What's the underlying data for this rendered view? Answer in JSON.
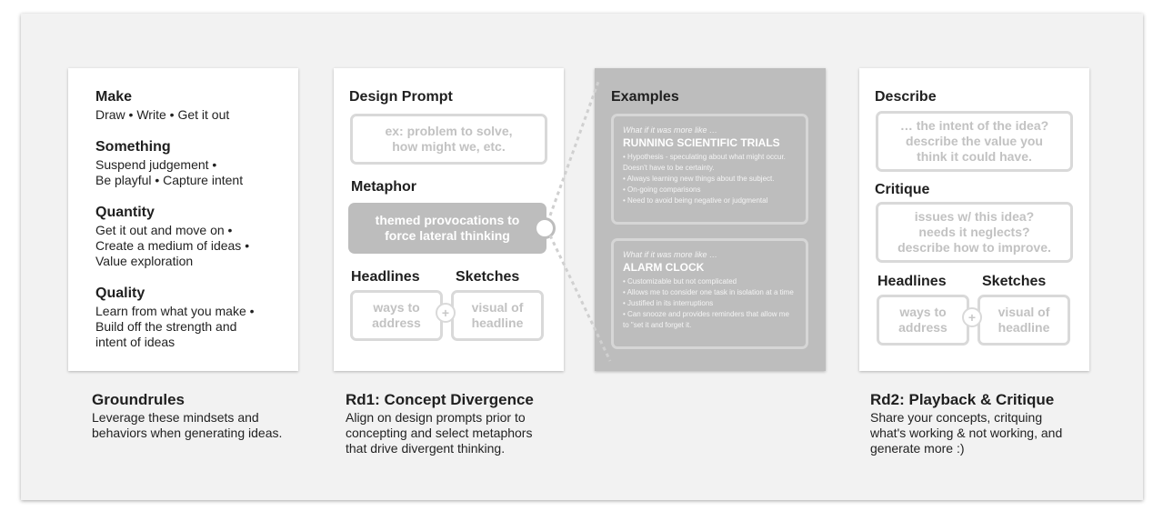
{
  "groundrules": {
    "items": [
      {
        "heading": "Make",
        "text": "Draw • Write • Get it out"
      },
      {
        "heading": "Something",
        "text": "Suspend judgement •\nBe playful • Capture intent"
      },
      {
        "heading": "Quantity",
        "text": "Get it out and move on •\nCreate a medium of ideas •\nValue exploration"
      },
      {
        "heading": "Quality",
        "text": "Learn from what you make •\nBuild off the strength and\nintent of ideas"
      }
    ],
    "caption_title": "Groundrules",
    "caption_text": "Leverage these mindsets and\nbehaviors when generating ideas."
  },
  "rd1": {
    "design_prompt_label": "Design Prompt",
    "design_prompt_text": "ex: problem to solve,\nhow might we, etc.",
    "metaphor_label": "Metaphor",
    "metaphor_text": "themed provocations to\nforce lateral thinking",
    "headlines_label": "Headlines",
    "sketches_label": "Sketches",
    "headlines_text": "ways to\naddress",
    "plus": "+",
    "sketches_text": "visual of\nheadline",
    "caption_title": "Rd1: Concept Divergence",
    "caption_text": "Align on design prompts prior to\nconcepting and select metaphors\nthat drive divergent thinking."
  },
  "examples": {
    "label": "Examples",
    "items": [
      {
        "sub": "What if it was more like …",
        "title": "RUNNING SCIENTIFIC TRIALS",
        "bullets": [
          "• Hypothesis - speculating about what might occur. Doesn't have to be certainty.",
          "• Always learning new things about the subject.",
          "• On-going comparisons",
          "• Need to avoid being negative or judgmental"
        ]
      },
      {
        "sub": "What if it was more like …",
        "title": "ALARM CLOCK",
        "bullets": [
          "• Customizable but not complicated",
          "• Allows me to consider one task in isolation at a time",
          "• Justified in its interruptions",
          "•  Can snooze and provides reminders that allow me to \"set it and forget it."
        ]
      }
    ]
  },
  "rd2": {
    "describe_label": "Describe",
    "describe_text": "… the intent of the idea?\ndescribe the value you\nthink it could have.",
    "critique_label": "Critique",
    "critique_text": "issues w/ this idea?\nneeds it neglects?\ndescribe how to improve.",
    "headlines_label": "Headlines",
    "sketches_label": "Sketches",
    "headlines_text": "ways to\naddress",
    "plus": "+",
    "sketches_text": "visual of\nheadline",
    "caption_title": "Rd2: Playback & Critique",
    "caption_text": "Share your concepts, critquing\nwhat's working & not working, and\ngenerate more :)"
  },
  "colors": {
    "board": "#f2f2f2",
    "card": "#ffffff",
    "gray_fill": "#bdbdbd",
    "outline": "#d9d9d9",
    "muted_text": "#c2c2c2"
  }
}
